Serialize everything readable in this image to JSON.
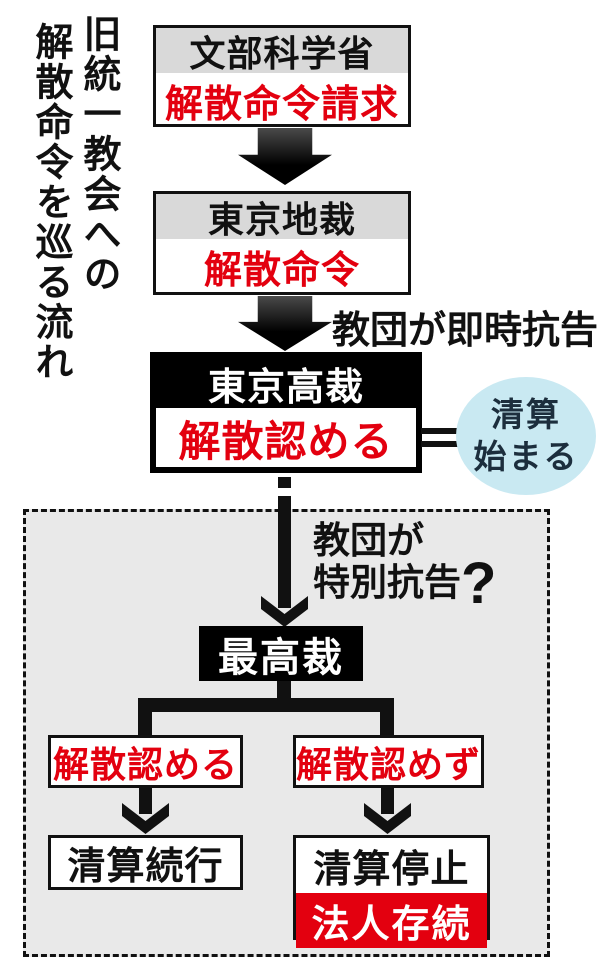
{
  "title": {
    "line1": "旧統一教会への",
    "line2": "解散命令を巡る流れ"
  },
  "boxes": {
    "mext": {
      "header": "文部科学省",
      "action": "解散命令請求"
    },
    "district_court": {
      "header": "東京地裁",
      "action": "解散命令"
    },
    "high_court": {
      "header": "東京高裁",
      "action": "解散認める"
    },
    "supreme_court": {
      "label": "最高裁"
    },
    "dissolution_approved": {
      "label": "解散認める"
    },
    "dissolution_denied": {
      "label": "解散認めず"
    },
    "liquidation_continues": {
      "label": "清算続行"
    },
    "liquidation_halted": {
      "label": "清算停止"
    },
    "corporation_survives": {
      "label": "法人存続"
    }
  },
  "labels": {
    "immediate_appeal": "教団が即時抗告",
    "special_appeal_line1": "教団が",
    "special_appeal_line2": "特別抗告",
    "special_appeal_question": "?",
    "liquidation_begins_line1": "清算",
    "liquidation_begins_line2": "始まる"
  },
  "colors": {
    "red": "#e3000f",
    "header-gray": "#d9d9d9",
    "region-gray": "#e9e9e9",
    "circle-blue": "#c9e9f2",
    "circle-ink": "#1c2e3d",
    "ink": "#111111"
  }
}
